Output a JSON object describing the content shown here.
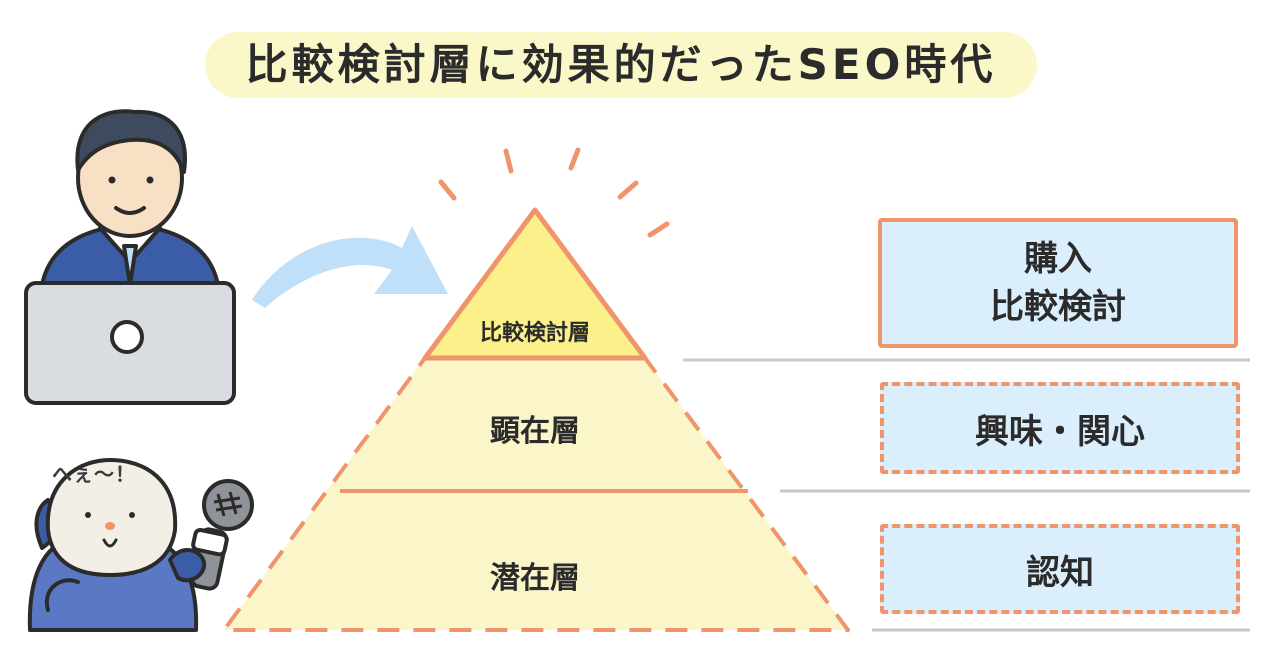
{
  "title": "比較検討層に効果的だったSEO時代",
  "pyramid": {
    "layers": [
      {
        "label": "比較検討層"
      },
      {
        "label": "顕在層"
      },
      {
        "label": "潜在層"
      }
    ]
  },
  "stages": {
    "top_lines": [
      "購入",
      "比較検討"
    ],
    "middle": "興味・関心",
    "bottom": "認知"
  },
  "character": {
    "speech": "へぇ〜！"
  },
  "colors": {
    "accent_orange": "#f0956b",
    "pyramid_top": "#fbf08a",
    "pyramid_fill": "#fbf6c9",
    "stage_box": "#dbeefb",
    "arrow": "#bfe0f8",
    "title_band": "#faf7c8"
  },
  "icons": [
    "businessman-icon",
    "laptop-icon",
    "arrow-icon",
    "sparkle-icon",
    "reporter-icon",
    "microphone-icon"
  ]
}
